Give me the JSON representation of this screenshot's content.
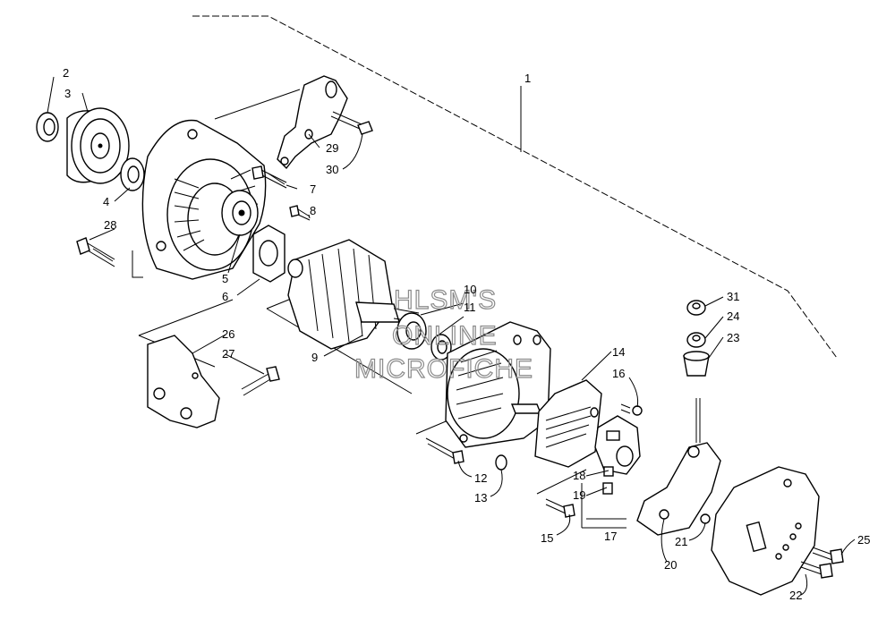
{
  "diagram": {
    "type": "exploded-parts-diagram",
    "watermark": [
      "HLSM'S",
      "ONLINE",
      "MICROFICHE"
    ],
    "callouts": [
      "1",
      "2",
      "3",
      "4",
      "5",
      "6",
      "7",
      "8",
      "9",
      "10",
      "11",
      "12",
      "13",
      "14",
      "15",
      "16",
      "17",
      "18",
      "19",
      "20",
      "21",
      "22",
      "23",
      "24",
      "25",
      "26",
      "27",
      "28",
      "29",
      "30",
      "31"
    ]
  }
}
